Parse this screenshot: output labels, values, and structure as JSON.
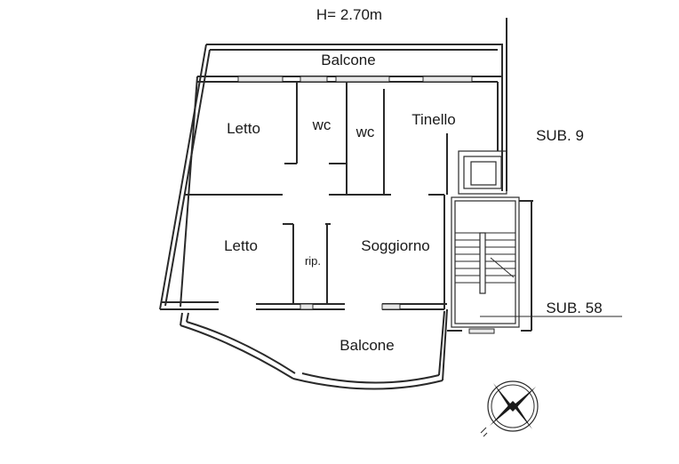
{
  "header": {
    "height_label": "H= 2.70m"
  },
  "rooms": {
    "balcone_top": "Balcone",
    "letto_top": "Letto",
    "wc_left": "wc",
    "wc_right": "wc",
    "tinello": "Tinello",
    "letto_bottom": "Letto",
    "ripostiglio": "rip.",
    "soggiorno": "Soggiorno",
    "balcone_bottom": "Balcone"
  },
  "neighbors": {
    "sub_9": "SUB. 9",
    "sub_58": "SUB. 58"
  },
  "icons": {
    "compass": "compass-rose-icon"
  }
}
